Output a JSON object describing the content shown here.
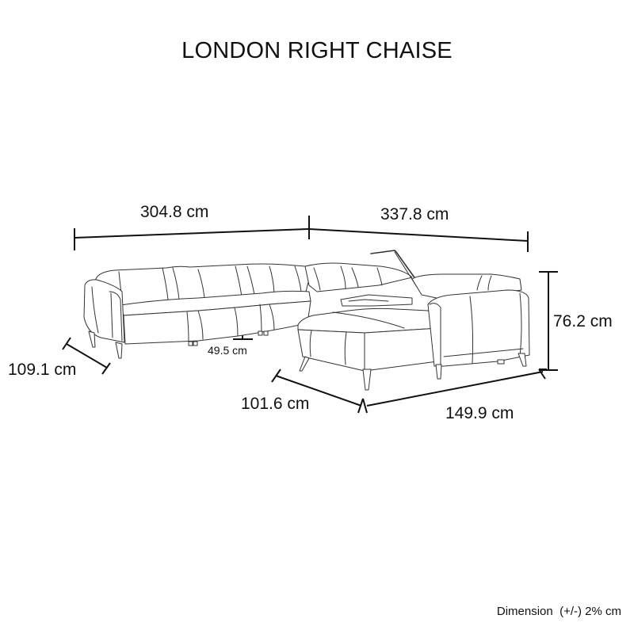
{
  "title": "LONDON RIGHT CHAISE",
  "dimensions": {
    "left_width": "304.8 cm",
    "right_width": "337.8 cm",
    "height": "76.2 cm",
    "left_depth": "109.1 cm",
    "seat_height": "49.5 cm",
    "chaise_depth": "101.6 cm",
    "chaise_width": "149.9 cm"
  },
  "footer_note": "Dimension  (+/-) 2% cm",
  "colors": {
    "dimension_line": "#111111",
    "outline": "#333333",
    "background": "#ffffff"
  }
}
